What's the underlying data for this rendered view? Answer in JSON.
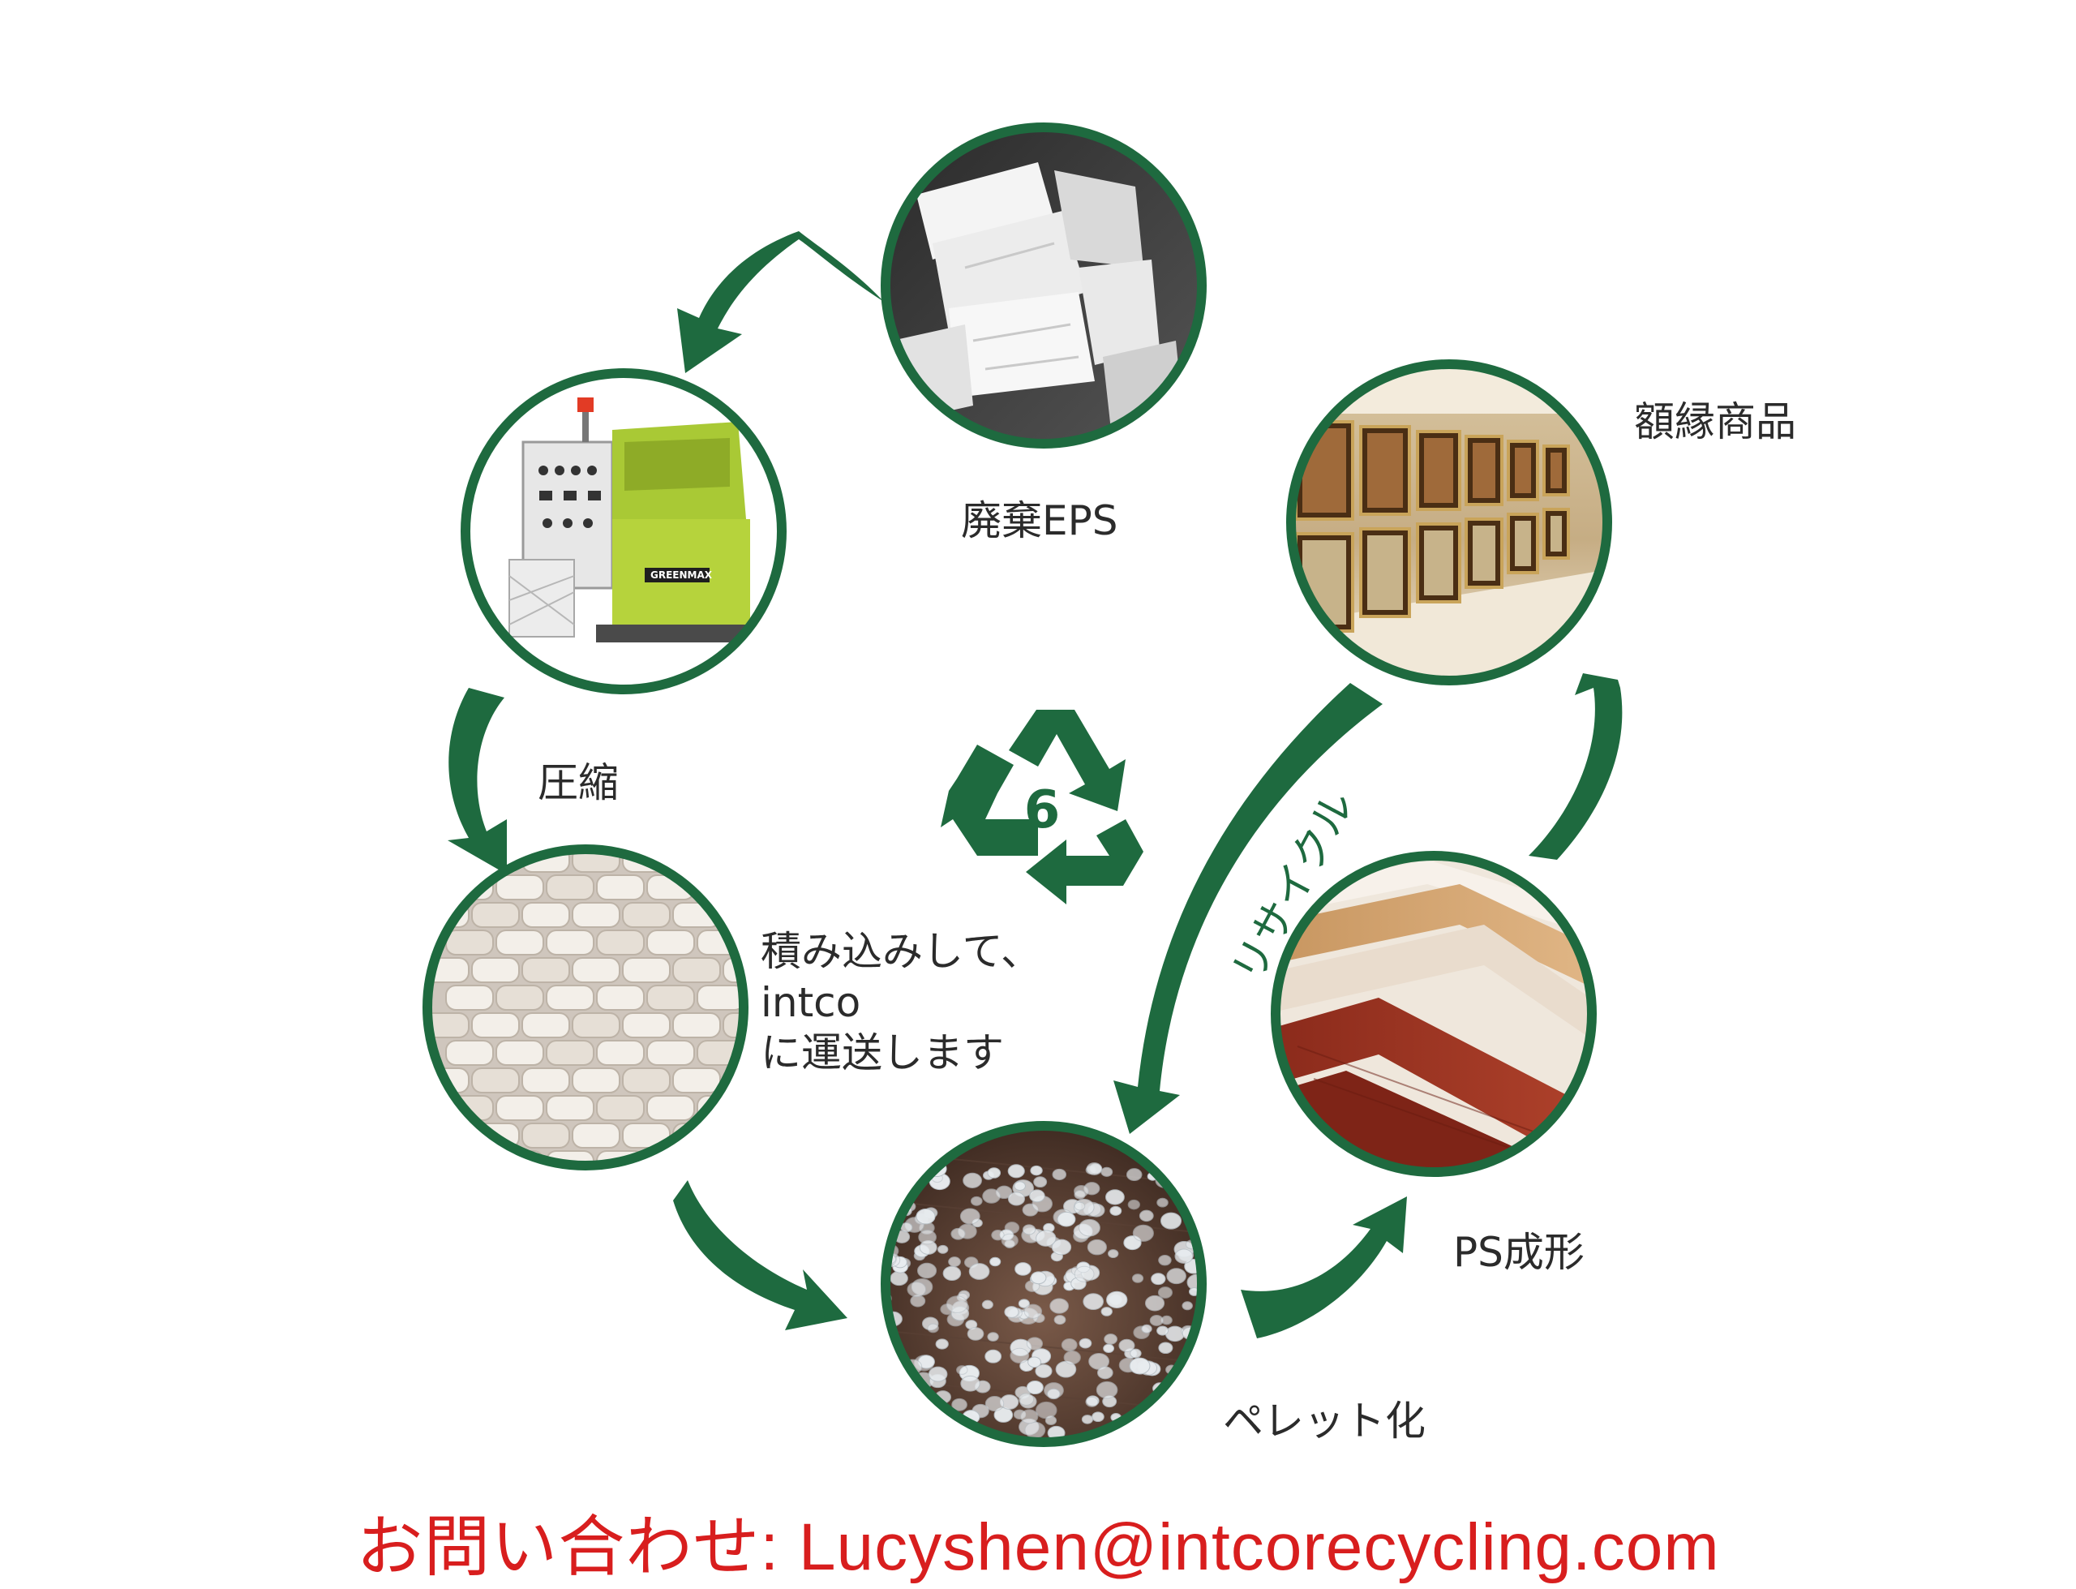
{
  "colors": {
    "ring": "#1e6a3f",
    "text": "#2b2b2b",
    "contact": "#d81e1e"
  },
  "nodes": {
    "waste_eps": {
      "label": "廃棄EPS"
    },
    "compactor": {
      "brand": "GREENMAX"
    },
    "compressed": {},
    "pellets": {
      "label": "ペレット化"
    },
    "ps_molding": {
      "label": "PS成形"
    },
    "frames": {
      "label": "額縁商品"
    }
  },
  "edges": {
    "compress_label": "圧縮",
    "ship_line1": "積み込みして、",
    "ship_line2": "intco",
    "ship_line3": "に運送します",
    "recycle_label": "リサイクル"
  },
  "recycle_symbol": {
    "number": "6"
  },
  "contact": {
    "text": "お問い合わせ:  Lucyshen@intcorecycling.com"
  }
}
